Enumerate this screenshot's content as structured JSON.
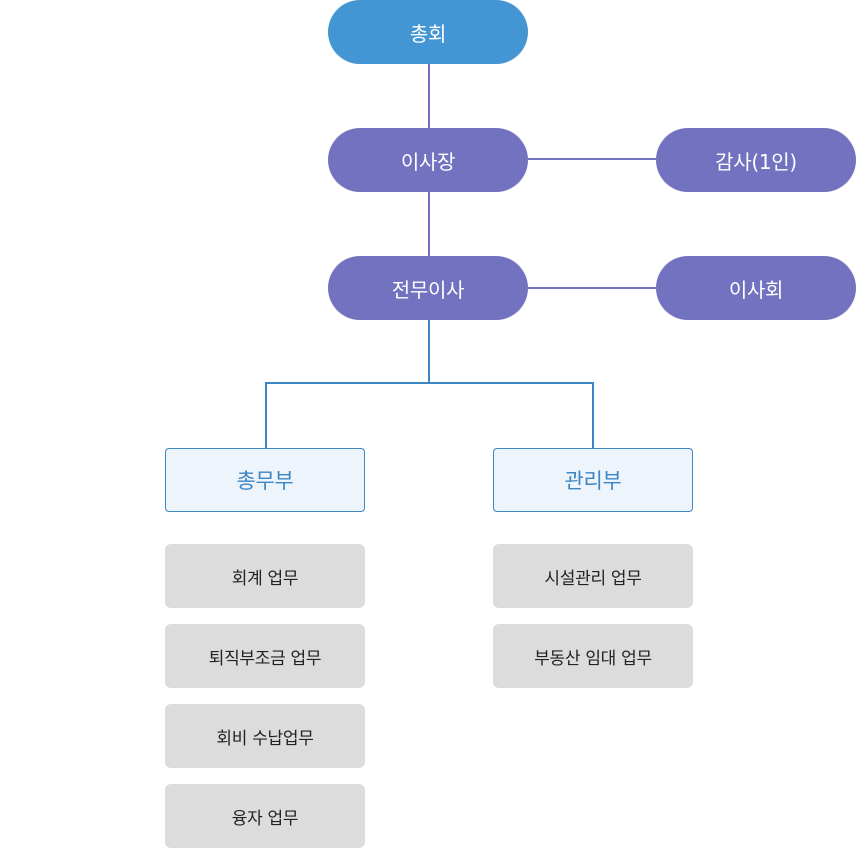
{
  "chart": {
    "general_assembly": "총회",
    "chairman": "이사장",
    "auditor": "감사(1인)",
    "executive_director": "전무이사",
    "board": "이사회",
    "departments": [
      {
        "name": "총무부",
        "tasks": [
          "회계 업무",
          "퇴직부조금 업무",
          "회비 수납업무",
          "융자 업무"
        ]
      },
      {
        "name": "관리부",
        "tasks": [
          "시설관리 업무",
          "부동산 임대 업무"
        ]
      }
    ]
  },
  "colors": {
    "top_node": "#4395d3",
    "executive_node": "#7372c0",
    "line_vertical": "#7372c0",
    "line_branch": "#3c86c4",
    "dept_fill": "#eef4fb",
    "dept_border": "#3c86c4",
    "task_fill": "#dcdcdc"
  }
}
